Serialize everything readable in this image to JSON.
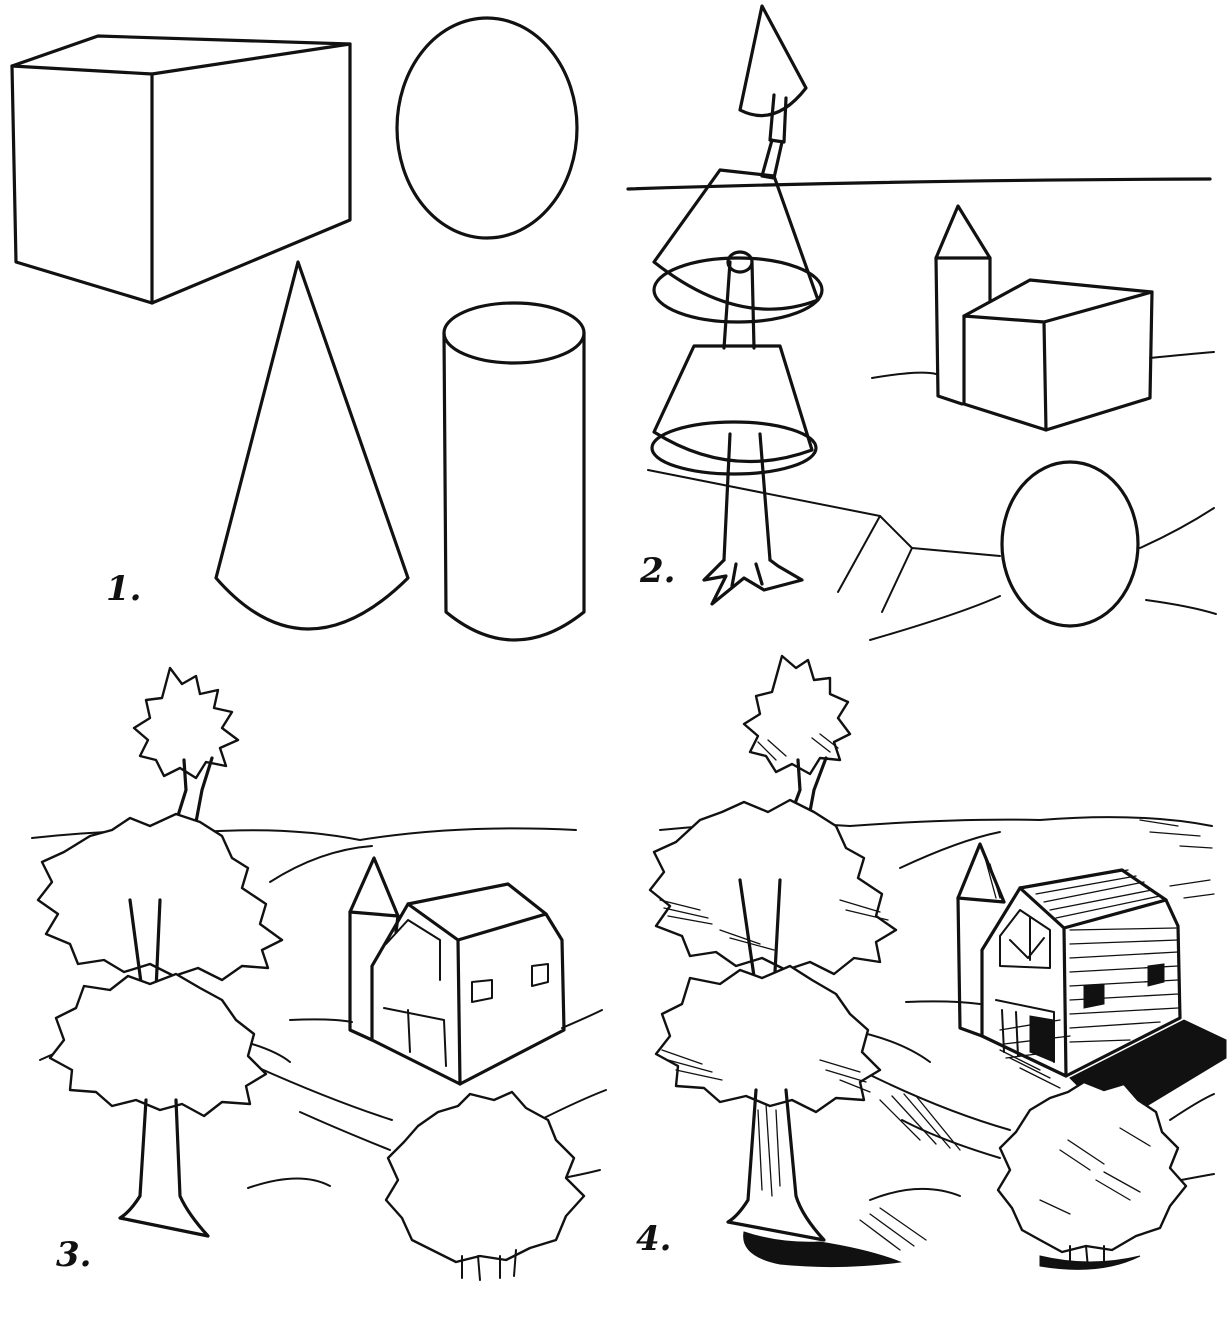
{
  "steps": [
    {
      "number": "1."
    },
    {
      "number": "2."
    },
    {
      "number": "3."
    },
    {
      "number": "4."
    }
  ],
  "colors": {
    "ink": "#111111",
    "paper": "#ffffff"
  }
}
